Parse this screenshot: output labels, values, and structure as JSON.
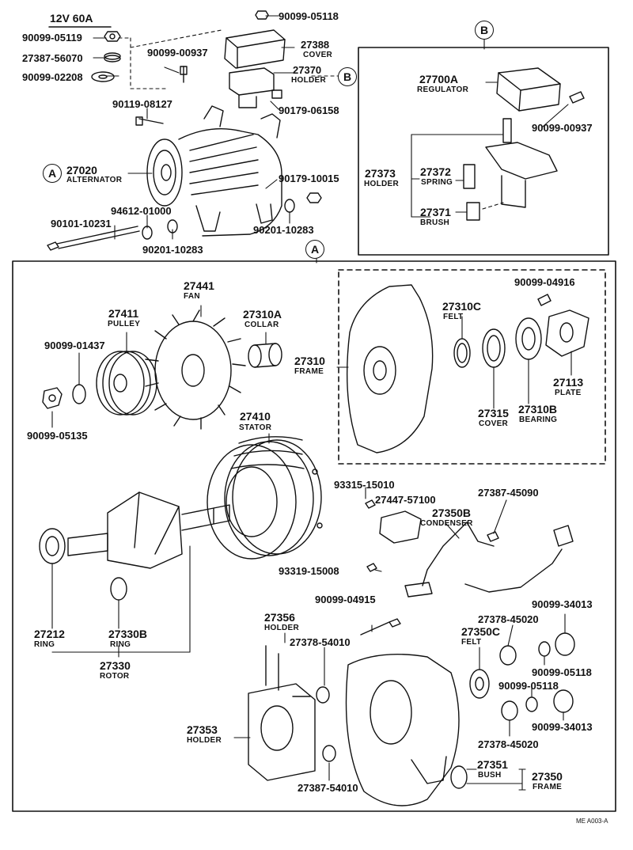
{
  "header": {
    "spec": "12V 60A"
  },
  "callouts": {
    "a": "A",
    "b": "B"
  },
  "footer": {
    "code": "ME A003-A"
  },
  "parts": {
    "p90099_05119": "90099-05119",
    "p27387_56070": "27387-56070",
    "p90099_02208": "90099-02208",
    "p90099_05118_top": "90099-05118",
    "p27388": {
      "num": "27388",
      "name": "COVER"
    },
    "p90099_00937_left": "90099-00937",
    "p27370": {
      "num": "27370",
      "name": "HOLDER"
    },
    "p90119_08127": "90119-08127",
    "p90179_06158": "90179-06158",
    "p27020": {
      "num": "27020",
      "name": "ALTERNATOR"
    },
    "p90179_10015": "90179-10015",
    "p94612_01000": "94612-01000",
    "p90101_10231": "90101-10231",
    "p90201_10283_left": "90201-10283",
    "p90201_10283_right": "90201-10283",
    "p27700A": {
      "num": "27700A",
      "name": "REGULATOR"
    },
    "p90099_00937_right": "90099-00937",
    "p27373": {
      "num": "27373",
      "name": "HOLDER"
    },
    "p27372": {
      "num": "27372",
      "name": "SPRING"
    },
    "p27371": {
      "num": "27371",
      "name": "BRUSH"
    },
    "p27441": {
      "num": "27441",
      "name": "FAN"
    },
    "p27411": {
      "num": "27411",
      "name": "PULLEY"
    },
    "p27310A": {
      "num": "27310A",
      "name": "COLLAR"
    },
    "p90099_01437": "90099-01437",
    "p90099_05135": "90099-05135",
    "p27310": {
      "num": "27310",
      "name": "FRAME"
    },
    "p27310C": {
      "num": "27310C",
      "name": "FELT"
    },
    "p90099_04916": "90099-04916",
    "p27113": {
      "num": "27113",
      "name": "PLATE"
    },
    "p27315": {
      "num": "27315",
      "name": "COVER"
    },
    "p27310B": {
      "num": "27310B",
      "name": "BEARING"
    },
    "p27410": {
      "num": "27410",
      "name": "STATOR"
    },
    "p93315_15010": "93315-15010",
    "p27447_57100": "27447-57100",
    "p27387_45090": "27387-45090",
    "p27350B": {
      "num": "27350B",
      "name": "CONDENSER"
    },
    "p93319_15008": "93319-15008",
    "p90099_04915": "90099-04915",
    "p27212": {
      "num": "27212",
      "name": "RING"
    },
    "p27330B": {
      "num": "27330B",
      "name": "RING"
    },
    "p27330": {
      "num": "27330",
      "name": "ROTOR"
    },
    "p27356": {
      "num": "27356",
      "name": "HOLDER"
    },
    "p27378_54010": "27378-54010",
    "p27378_45020_top": "27378-45020",
    "p90099_34013_top": "90099-34013",
    "p27350C": {
      "num": "27350C",
      "name": "FELT"
    },
    "p90099_05118_mid": "90099-05118",
    "p90099_05118_low": "90099-05118",
    "p90099_34013_low": "90099-34013",
    "p27378_45020_low": "27378-45020",
    "p27353": {
      "num": "27353",
      "name": "HOLDER"
    },
    "p27387_54010": "27387-54010",
    "p27351": {
      "num": "27351",
      "name": "BUSH"
    },
    "p27350": {
      "num": "27350",
      "name": "FRAME"
    }
  }
}
